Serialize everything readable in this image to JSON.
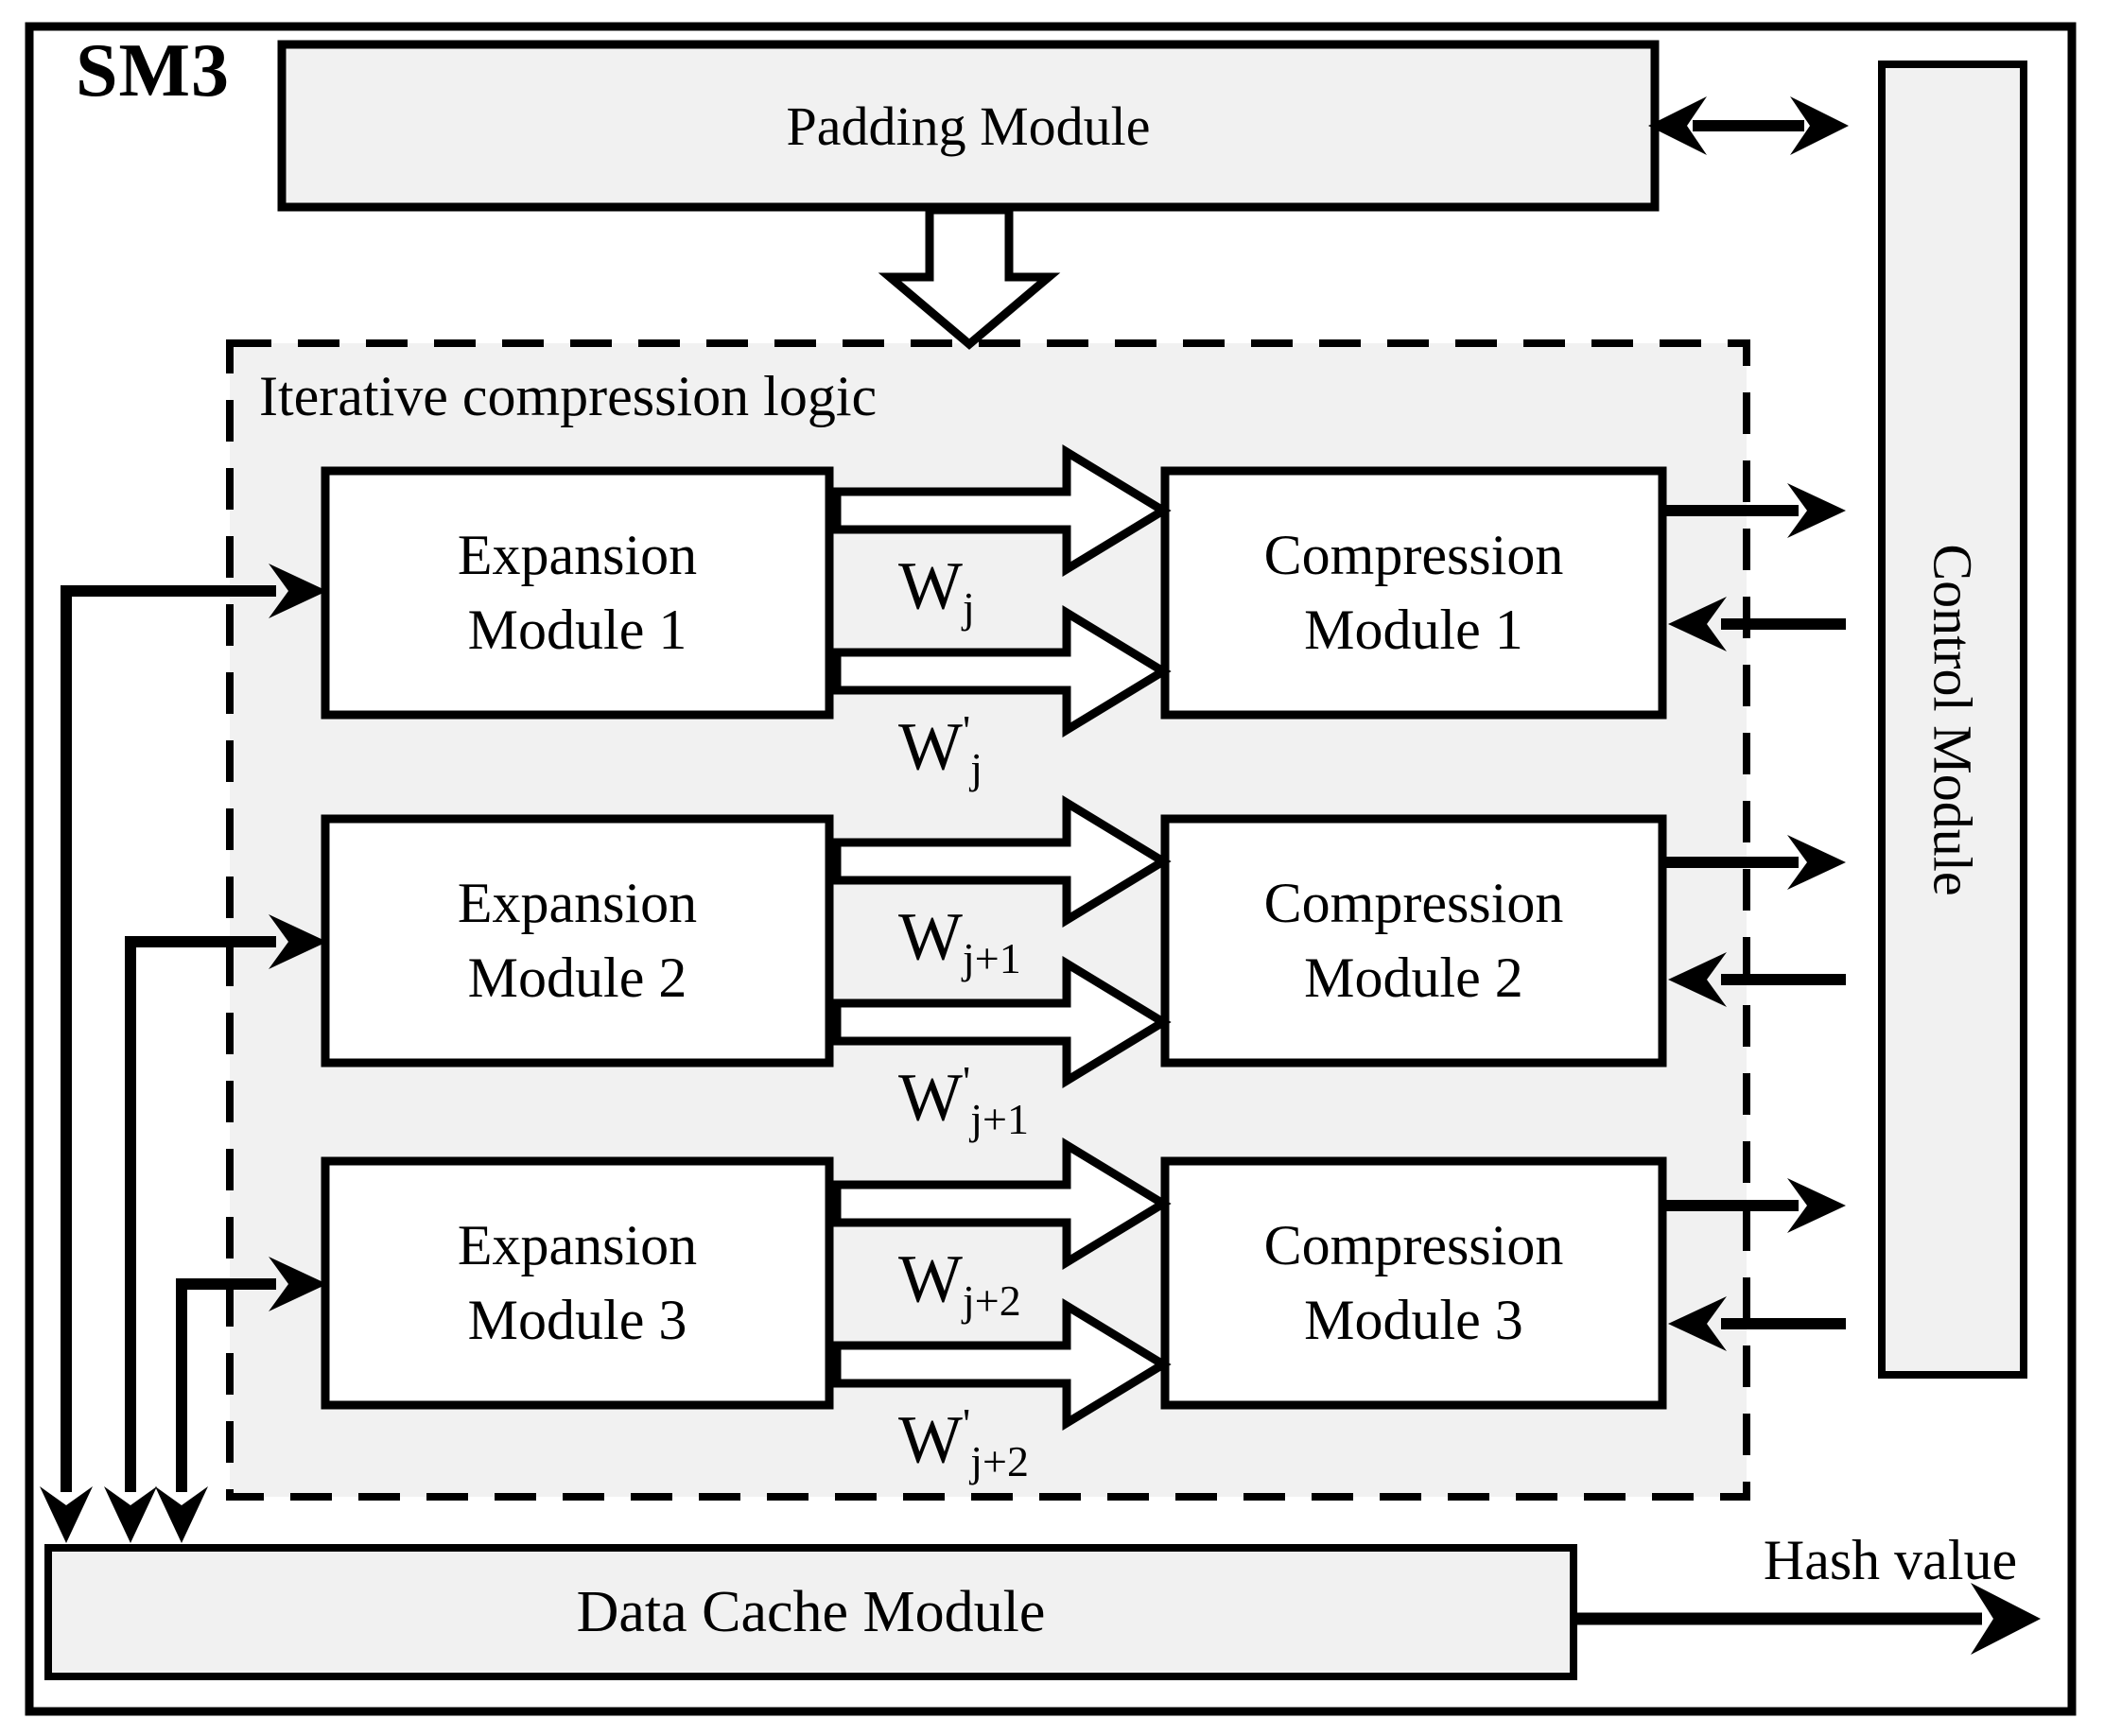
{
  "title": "SM3",
  "padding_module": {
    "label": "Padding Module"
  },
  "iterative_block": {
    "label": "Iterative compression logic"
  },
  "expansion_modules": [
    {
      "label": "Expansion\nModule 1"
    },
    {
      "label": "Expansion\nModule 2"
    },
    {
      "label": "Expansion\nModule 3"
    }
  ],
  "compression_modules": [
    {
      "label": "Compression\nModule 1"
    },
    {
      "label": "Compression\nModule 2"
    },
    {
      "label": "Compression\nModule 3"
    }
  ],
  "w_labels": [
    {
      "base": "W",
      "prime": "",
      "sub": "j"
    },
    {
      "base": "W",
      "prime": "'",
      "sub": "j"
    },
    {
      "base": "W",
      "prime": "",
      "sub": "j+1"
    },
    {
      "base": "W",
      "prime": "'",
      "sub": "j+1"
    },
    {
      "base": "W",
      "prime": "",
      "sub": "j+2"
    },
    {
      "base": "W",
      "prime": "'",
      "sub": "j+2"
    }
  ],
  "control_module": {
    "label": "Control Module"
  },
  "data_cache_module": {
    "label": "Data Cache Module"
  },
  "hash_output": {
    "label": "Hash value"
  },
  "colors": {
    "fill_gray": "#f1f1f1",
    "fill_white": "#ffffff",
    "stroke": "#000000"
  }
}
